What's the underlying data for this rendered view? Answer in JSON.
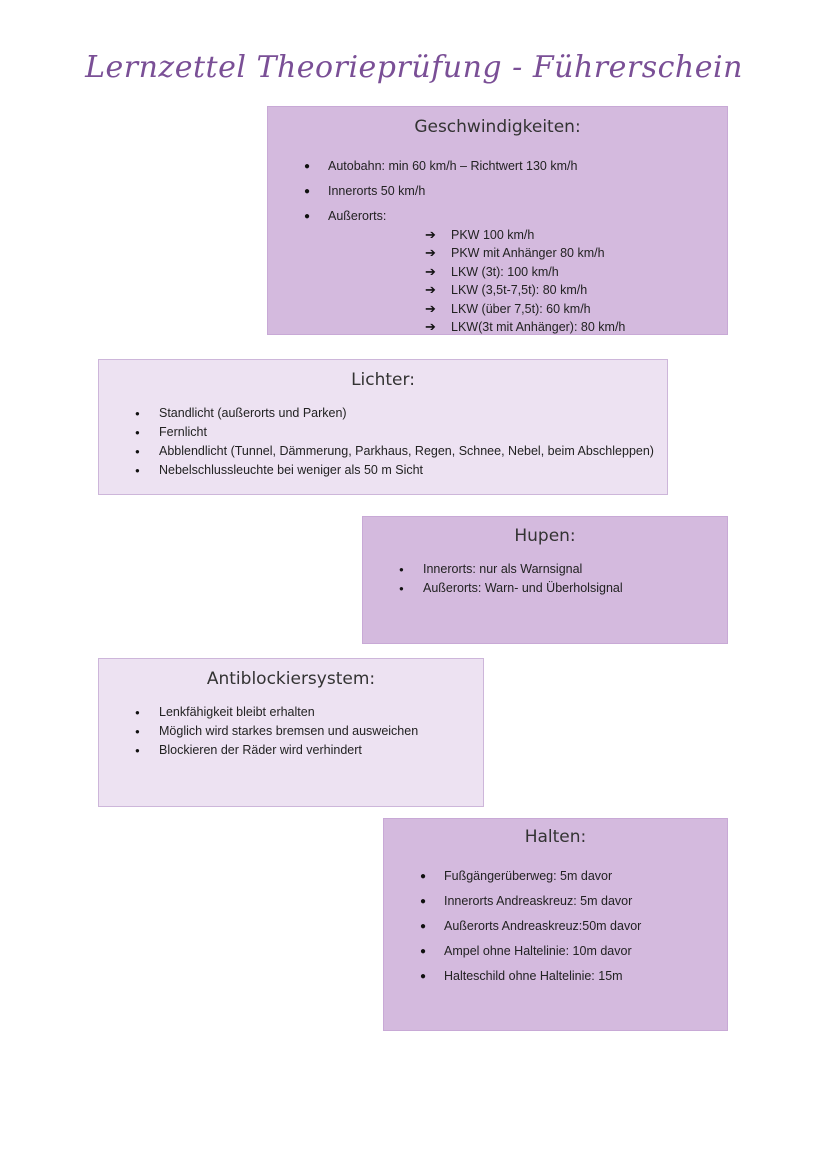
{
  "title": "Lernzettel Theorieprüfung - Führerschein",
  "sections": {
    "speeds": {
      "heading": "Geschwindigkeiten:",
      "items": [
        "Autobahn: min 60 km/h – Richtwert 130 km/h",
        "Innerorts 50 km/h",
        "Außerorts:"
      ],
      "sub_items": [
        "PKW 100 km/h",
        "PKW mit Anhänger 80 km/h",
        "LKW (3t): 100 km/h",
        "LKW (3,5t-7,5t): 80 km/h",
        "LKW (über 7,5t): 60 km/h",
        "LKW(3t mit Anhänger): 80 km/h"
      ]
    },
    "lights": {
      "heading": "Lichter:",
      "items": [
        "Standlicht (außerorts und Parken)",
        "Fernlicht",
        "Abblendlicht (Tunnel, Dämmerung, Parkhaus, Regen, Schnee, Nebel, beim Abschleppen)",
        "Nebelschlussleuchte bei weniger als 50 m Sicht"
      ]
    },
    "horns": {
      "heading": "Hupen:",
      "items": [
        "Innerorts: nur als Warnsignal",
        "Außerorts: Warn- und Überholsignal"
      ]
    },
    "abs": {
      "heading": "Antiblockiersystem:",
      "items": [
        "Lenkfähigkeit bleibt erhalten",
        "Möglich wird starkes bremsen und ausweichen",
        "Blockieren der Räder wird verhindert"
      ]
    },
    "stopping": {
      "heading": "Halten:",
      "items": [
        "Fußgängerüberweg: 5m davor",
        "Innerorts Andreaskreuz: 5m davor",
        "Außerorts Andreaskreuz:50m davor",
        "Ampel ohne Haltelinie: 10m davor",
        "Halteschild ohne Haltelinie: 15m"
      ]
    }
  },
  "colors": {
    "dark_box": "#d4bade",
    "light_box": "#ede2f2",
    "title": "#7a4f96"
  }
}
